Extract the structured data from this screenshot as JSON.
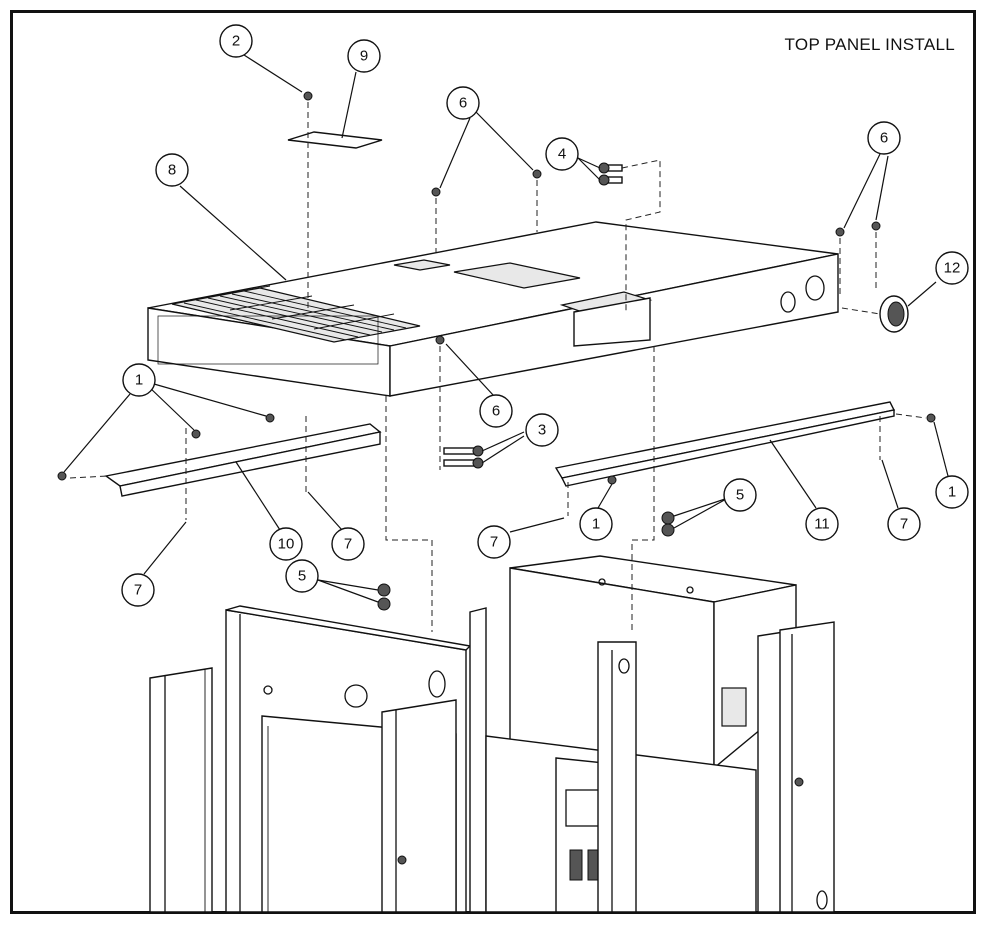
{
  "title": "TOP PANEL INSTALL",
  "callouts": [
    {
      "id": "c2",
      "label": "2"
    },
    {
      "id": "c9",
      "label": "9"
    },
    {
      "id": "c6a",
      "label": "6"
    },
    {
      "id": "c4",
      "label": "4"
    },
    {
      "id": "c6b",
      "label": "6"
    },
    {
      "id": "c8",
      "label": "8"
    },
    {
      "id": "c12",
      "label": "12"
    },
    {
      "id": "c1a",
      "label": "1"
    },
    {
      "id": "c6c",
      "label": "6"
    },
    {
      "id": "c3",
      "label": "3"
    },
    {
      "id": "c5a",
      "label": "5"
    },
    {
      "id": "c1b",
      "label": "1"
    },
    {
      "id": "c10",
      "label": "10"
    },
    {
      "id": "c7a",
      "label": "7"
    },
    {
      "id": "c7b",
      "label": "7"
    },
    {
      "id": "c1c",
      "label": "1"
    },
    {
      "id": "c11",
      "label": "11"
    },
    {
      "id": "c7c",
      "label": "7"
    },
    {
      "id": "c7d",
      "label": "7"
    },
    {
      "id": "c5b",
      "label": "5"
    }
  ]
}
